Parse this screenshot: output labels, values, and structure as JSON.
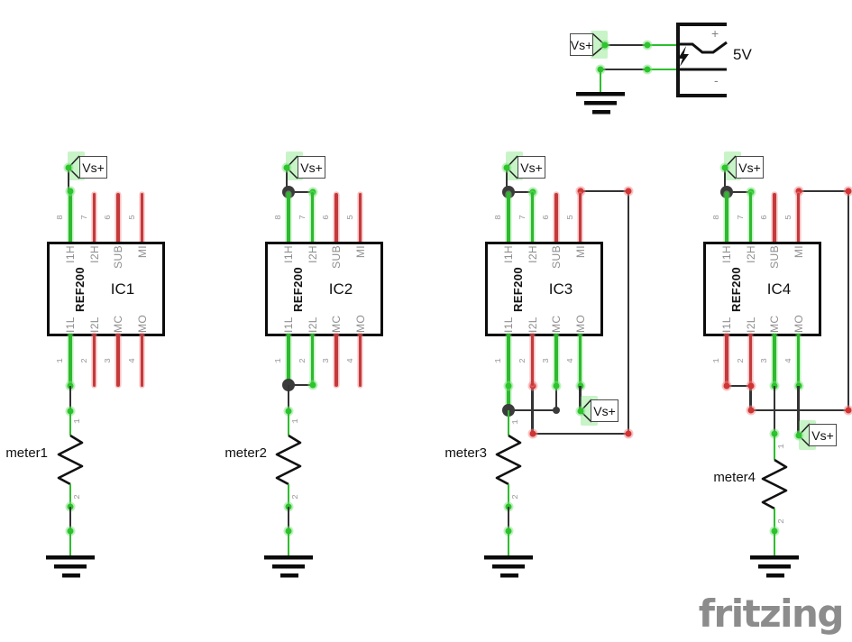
{
  "power": {
    "net_label": "Vs+",
    "voltage": "5V",
    "plus_sign": "+",
    "minus_sign": "-"
  },
  "ic_shared": {
    "ref": "REF200",
    "net_label": "Vs+",
    "top_pin_numbers": [
      "8",
      "7",
      "6",
      "5"
    ],
    "bottom_pin_numbers": [
      "1",
      "2",
      "3",
      "4"
    ],
    "top_pin_names": [
      "I1H",
      "I2H",
      "SUB",
      "MI"
    ],
    "bottom_pin_names": [
      "I1L",
      "I2L",
      "MC",
      "MO"
    ]
  },
  "ics": [
    {
      "name": "IC1"
    },
    {
      "name": "IC2"
    },
    {
      "name": "IC3"
    },
    {
      "name": "IC4"
    }
  ],
  "meters": [
    {
      "label": "meter1",
      "pin1": "1",
      "pin2": "2"
    },
    {
      "label": "meter2",
      "pin1": "1",
      "pin2": "2"
    },
    {
      "label": "meter3",
      "pin1": "1",
      "pin2": "2"
    },
    {
      "label": "meter4",
      "pin1": "1",
      "pin2": "2"
    }
  ],
  "branding": {
    "logo": "fritzing"
  },
  "colors": {
    "connected": "#2eb92e",
    "unconnected": "#c43a3c",
    "wire": "#333333",
    "highlight": "rgba(125,228,125,0.42)"
  }
}
